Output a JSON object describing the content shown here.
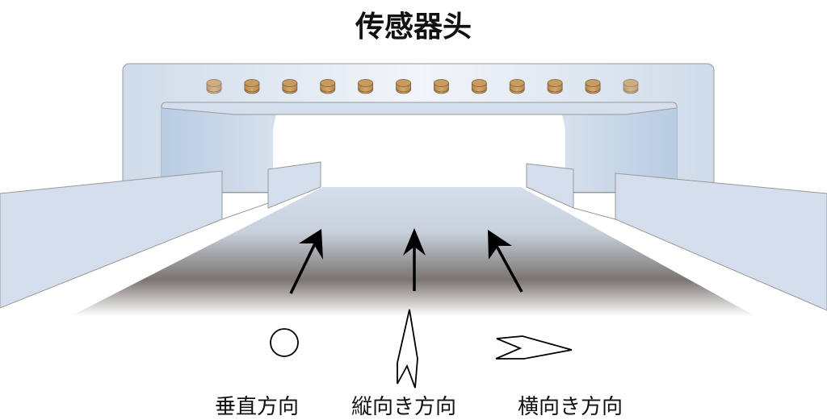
{
  "title": "传感器头",
  "labels": {
    "vertical": "垂直方向",
    "longitudinal": "縦向き方向",
    "lateral": "横向き方向"
  },
  "colors": {
    "frame": "#d4deec",
    "sensor": "#c99b5e",
    "floor_dark": "#7b7471",
    "arrow": "#000000"
  },
  "sensor_count": 12
}
